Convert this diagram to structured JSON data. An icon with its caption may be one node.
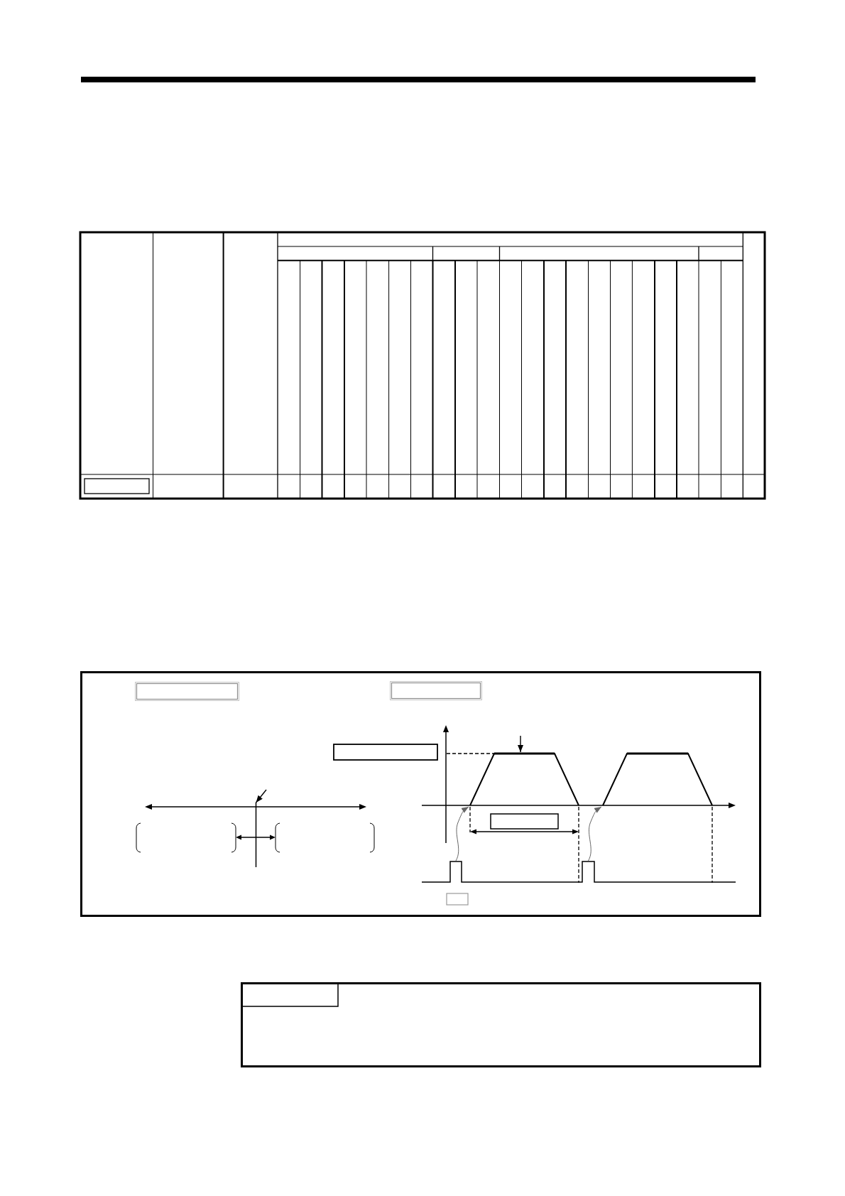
{
  "diagram": {
    "nodes": [
      {
        "text": [],
        "shape": "trapezoid"
      },
      {
        "text": [],
        "shape": "trapezoid"
      },
      {
        "text": [],
        "shape": "pulse"
      },
      {
        "text": [],
        "shape": "line"
      }
    ],
    "edges": [
      {
        "from": 2,
        "to": 0,
        "arrow": "to",
        "color": "#666666"
      },
      {
        "from": 2,
        "to": 1,
        "arrow": "to",
        "color": "#666666"
      },
      {
        "from": null,
        "to": 0,
        "arrow": "to",
        "color": "#000000"
      },
      {
        "from": null,
        "to": 3,
        "arrow": "to",
        "color": "#000000"
      }
    ]
  }
}
